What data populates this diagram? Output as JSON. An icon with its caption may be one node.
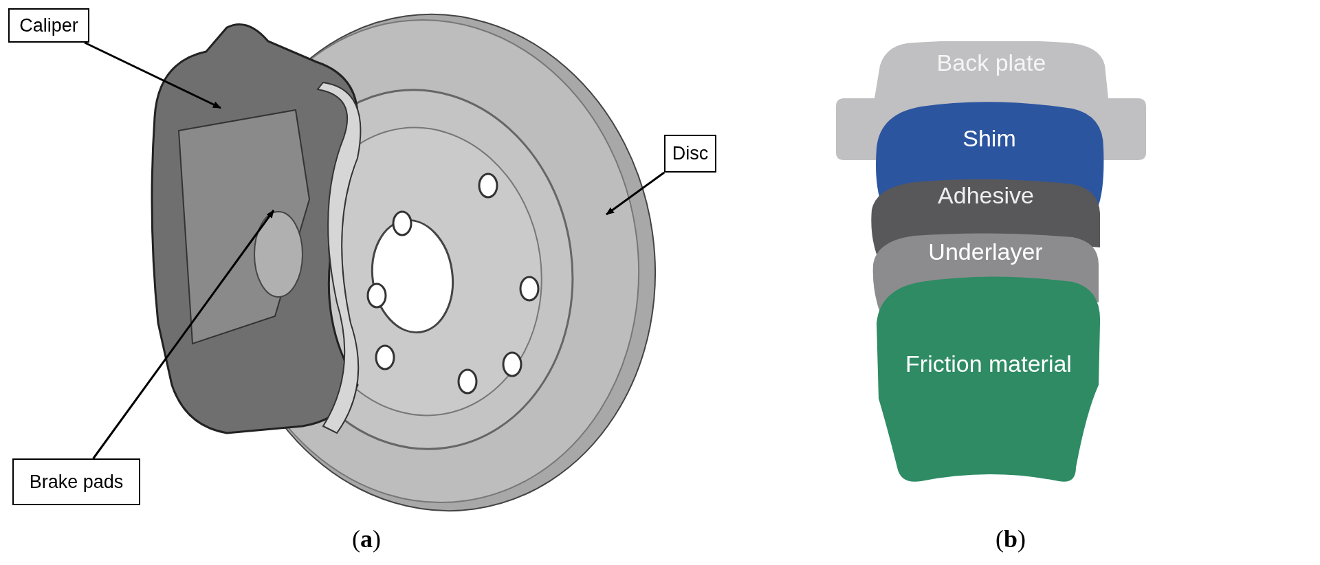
{
  "diagram": {
    "nodes": [
      {
        "text": [
          "Caliper"
        ]
      },
      {
        "text": [
          "Disc"
        ]
      },
      {
        "text": [
          "Brake pads"
        ]
      },
      {
        "text": [
          "Back plate"
        ]
      },
      {
        "text": [
          "Shim"
        ]
      },
      {
        "text": [
          "Adhesive"
        ]
      },
      {
        "text": [
          "Underlayer"
        ]
      },
      {
        "text": [
          "Friction material"
        ]
      }
    ],
    "edges": [
      {
        "from": 0,
        "to": null,
        "arrow": "to"
      },
      {
        "from": 1,
        "to": null,
        "arrow": "to"
      },
      {
        "from": 2,
        "to": null,
        "arrow": "to"
      }
    ],
    "labels": [
      "(**a**)",
      "(**b**)"
    ]
  }
}
